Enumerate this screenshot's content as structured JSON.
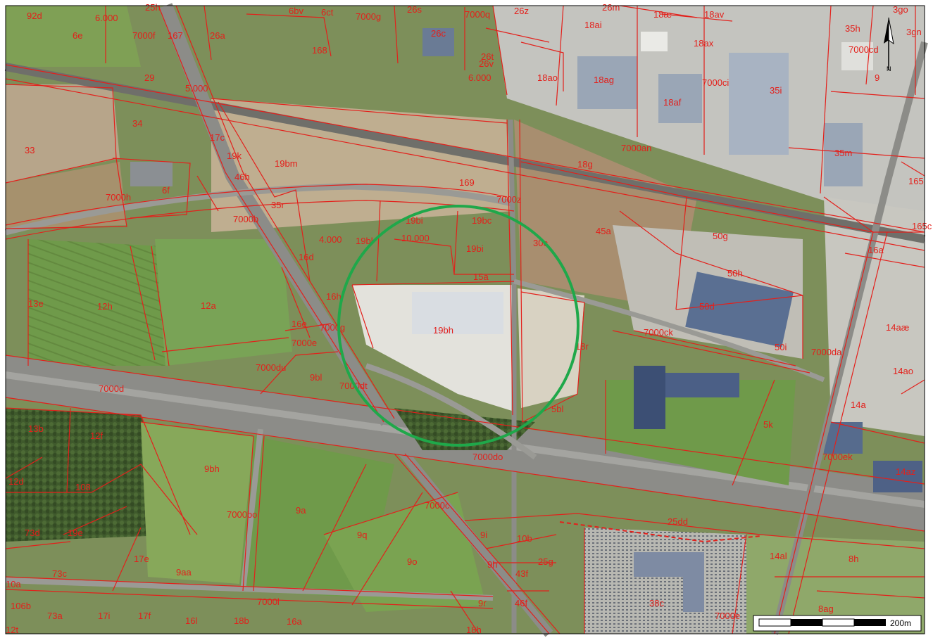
{
  "map": {
    "colors": {
      "parcel_line": "#e3201b",
      "label": "#e3201b",
      "highlight_circle": "#1fa84a",
      "field_green": "#6f9a4a",
      "field_dark": "#4e7a38",
      "bare_soil": "#b9a585",
      "road": "#8c8c88",
      "forest": "#3f5a2c",
      "industrial": "#c9c9c4",
      "roof": "#9aa6b6"
    },
    "north_arrow": {
      "icon": "north-arrow-icon",
      "letter": "N"
    },
    "scale_bar": {
      "label": "200m"
    },
    "parcel_labels": [
      "92d",
      "6e",
      "6.000",
      "7000f",
      "167",
      "26a",
      "25h",
      "6bv",
      "6ct",
      "7000g",
      "26s",
      "7000q",
      "26z",
      "26m",
      "18ai",
      "18æ",
      "18av",
      "3go",
      "35h",
      "7000cd",
      "3gn",
      "29",
      "168",
      "26c",
      "26t",
      "6.000",
      "26v",
      "18ao",
      "18ag",
      "18ax",
      "7000ci",
      "35i",
      "9",
      "34",
      "5.000",
      "17c",
      "19k",
      "46h",
      "19bm",
      "33",
      "6f",
      "7000h",
      "35r",
      "169",
      "7000z",
      "18af",
      "18g",
      "7000an",
      "35m",
      "165",
      "7000b",
      "4.000",
      "19bl",
      "10.000",
      "19bi",
      "19bc",
      "19bi",
      "30c",
      "45a",
      "50g",
      "165c",
      "16a",
      "16d",
      "15a",
      "16h",
      "16e",
      "7000g",
      "7000e",
      "19bh",
      "50h",
      "50d",
      "13e",
      "12h",
      "12a",
      "7000ck",
      "50i",
      "7000da",
      "14aæ",
      "14ao",
      "7000du",
      "9bl",
      "7000dt",
      "18r",
      "5bl",
      "7000d",
      "13b",
      "12f",
      "5k",
      "14a",
      "7000ek",
      "14az",
      "9bh",
      "12d",
      "108",
      "7000do",
      "7000bo",
      "9a",
      "7000c",
      "25dd",
      "73d",
      "19e",
      "9q",
      "9i",
      "10b",
      "9o",
      "17e",
      "9h",
      "25g",
      "8h",
      "14al",
      "73c",
      "9aa",
      "10a",
      "7000l",
      "43f",
      "9r",
      "46f",
      "106b",
      "73a",
      "17i",
      "17f",
      "16l",
      "18b",
      "16a",
      "18h",
      "38c",
      "7000e",
      "8ag",
      "12t"
    ]
  }
}
